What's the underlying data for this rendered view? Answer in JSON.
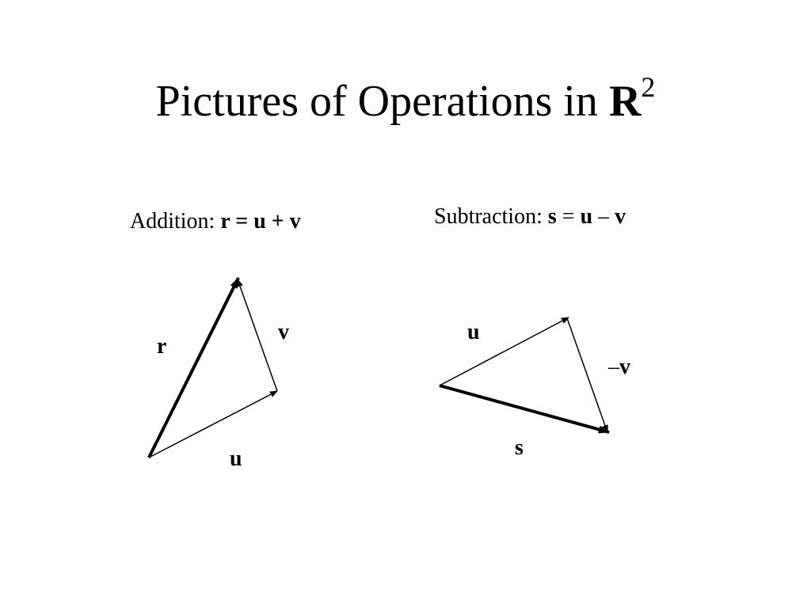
{
  "title": {
    "text": "Pictures of Operations in ",
    "symbol": "R",
    "superscript": "2"
  },
  "addition": {
    "caption_prefix": "Addition: ",
    "caption_formula": "r = u + v",
    "labels": {
      "r": "r",
      "u": "u",
      "v": "v"
    }
  },
  "subtraction": {
    "caption_prefix": "Subtraction: ",
    "caption_s": "s",
    "caption_eq": " = ",
    "caption_u": "u",
    "caption_minus": " – ",
    "caption_v": "v",
    "labels": {
      "u": "u",
      "neg_v_sign": "–",
      "neg_v": "v",
      "s": "s"
    }
  },
  "colors": {
    "ink": "#000000",
    "background": "#ffffff"
  }
}
